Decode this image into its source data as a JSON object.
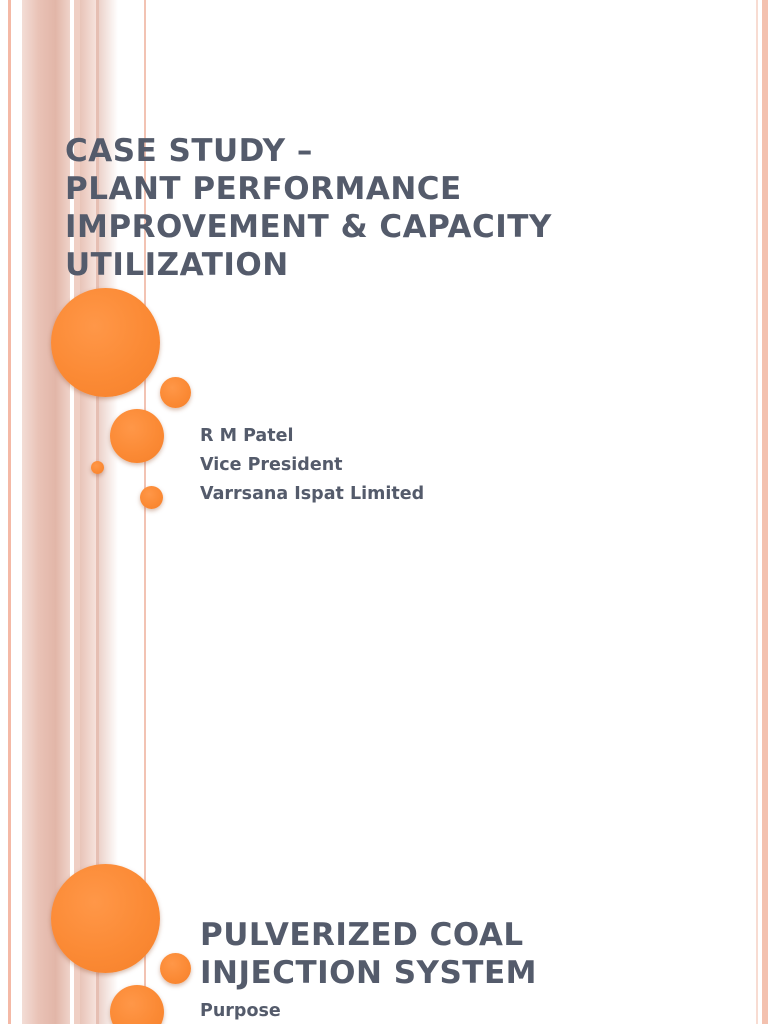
{
  "slides": [
    {
      "title_lines": [
        "CASE STUDY –",
        "PLANT PERFORMANCE",
        "IMPROVEMENT & CAPACITY",
        "UTILIZATION"
      ],
      "presenter": {
        "name": "R M Patel",
        "role": "Vice President",
        "company": "Varrsana Ispat Limited"
      }
    },
    {
      "title_lines": [
        "PULVERIZED COAL",
        "INJECTION SYSTEM"
      ],
      "subtitle": "Purpose"
    }
  ],
  "theme": {
    "accent": "#fb8a35",
    "stripe": "#e2b6a8",
    "text": "#545b6b"
  }
}
